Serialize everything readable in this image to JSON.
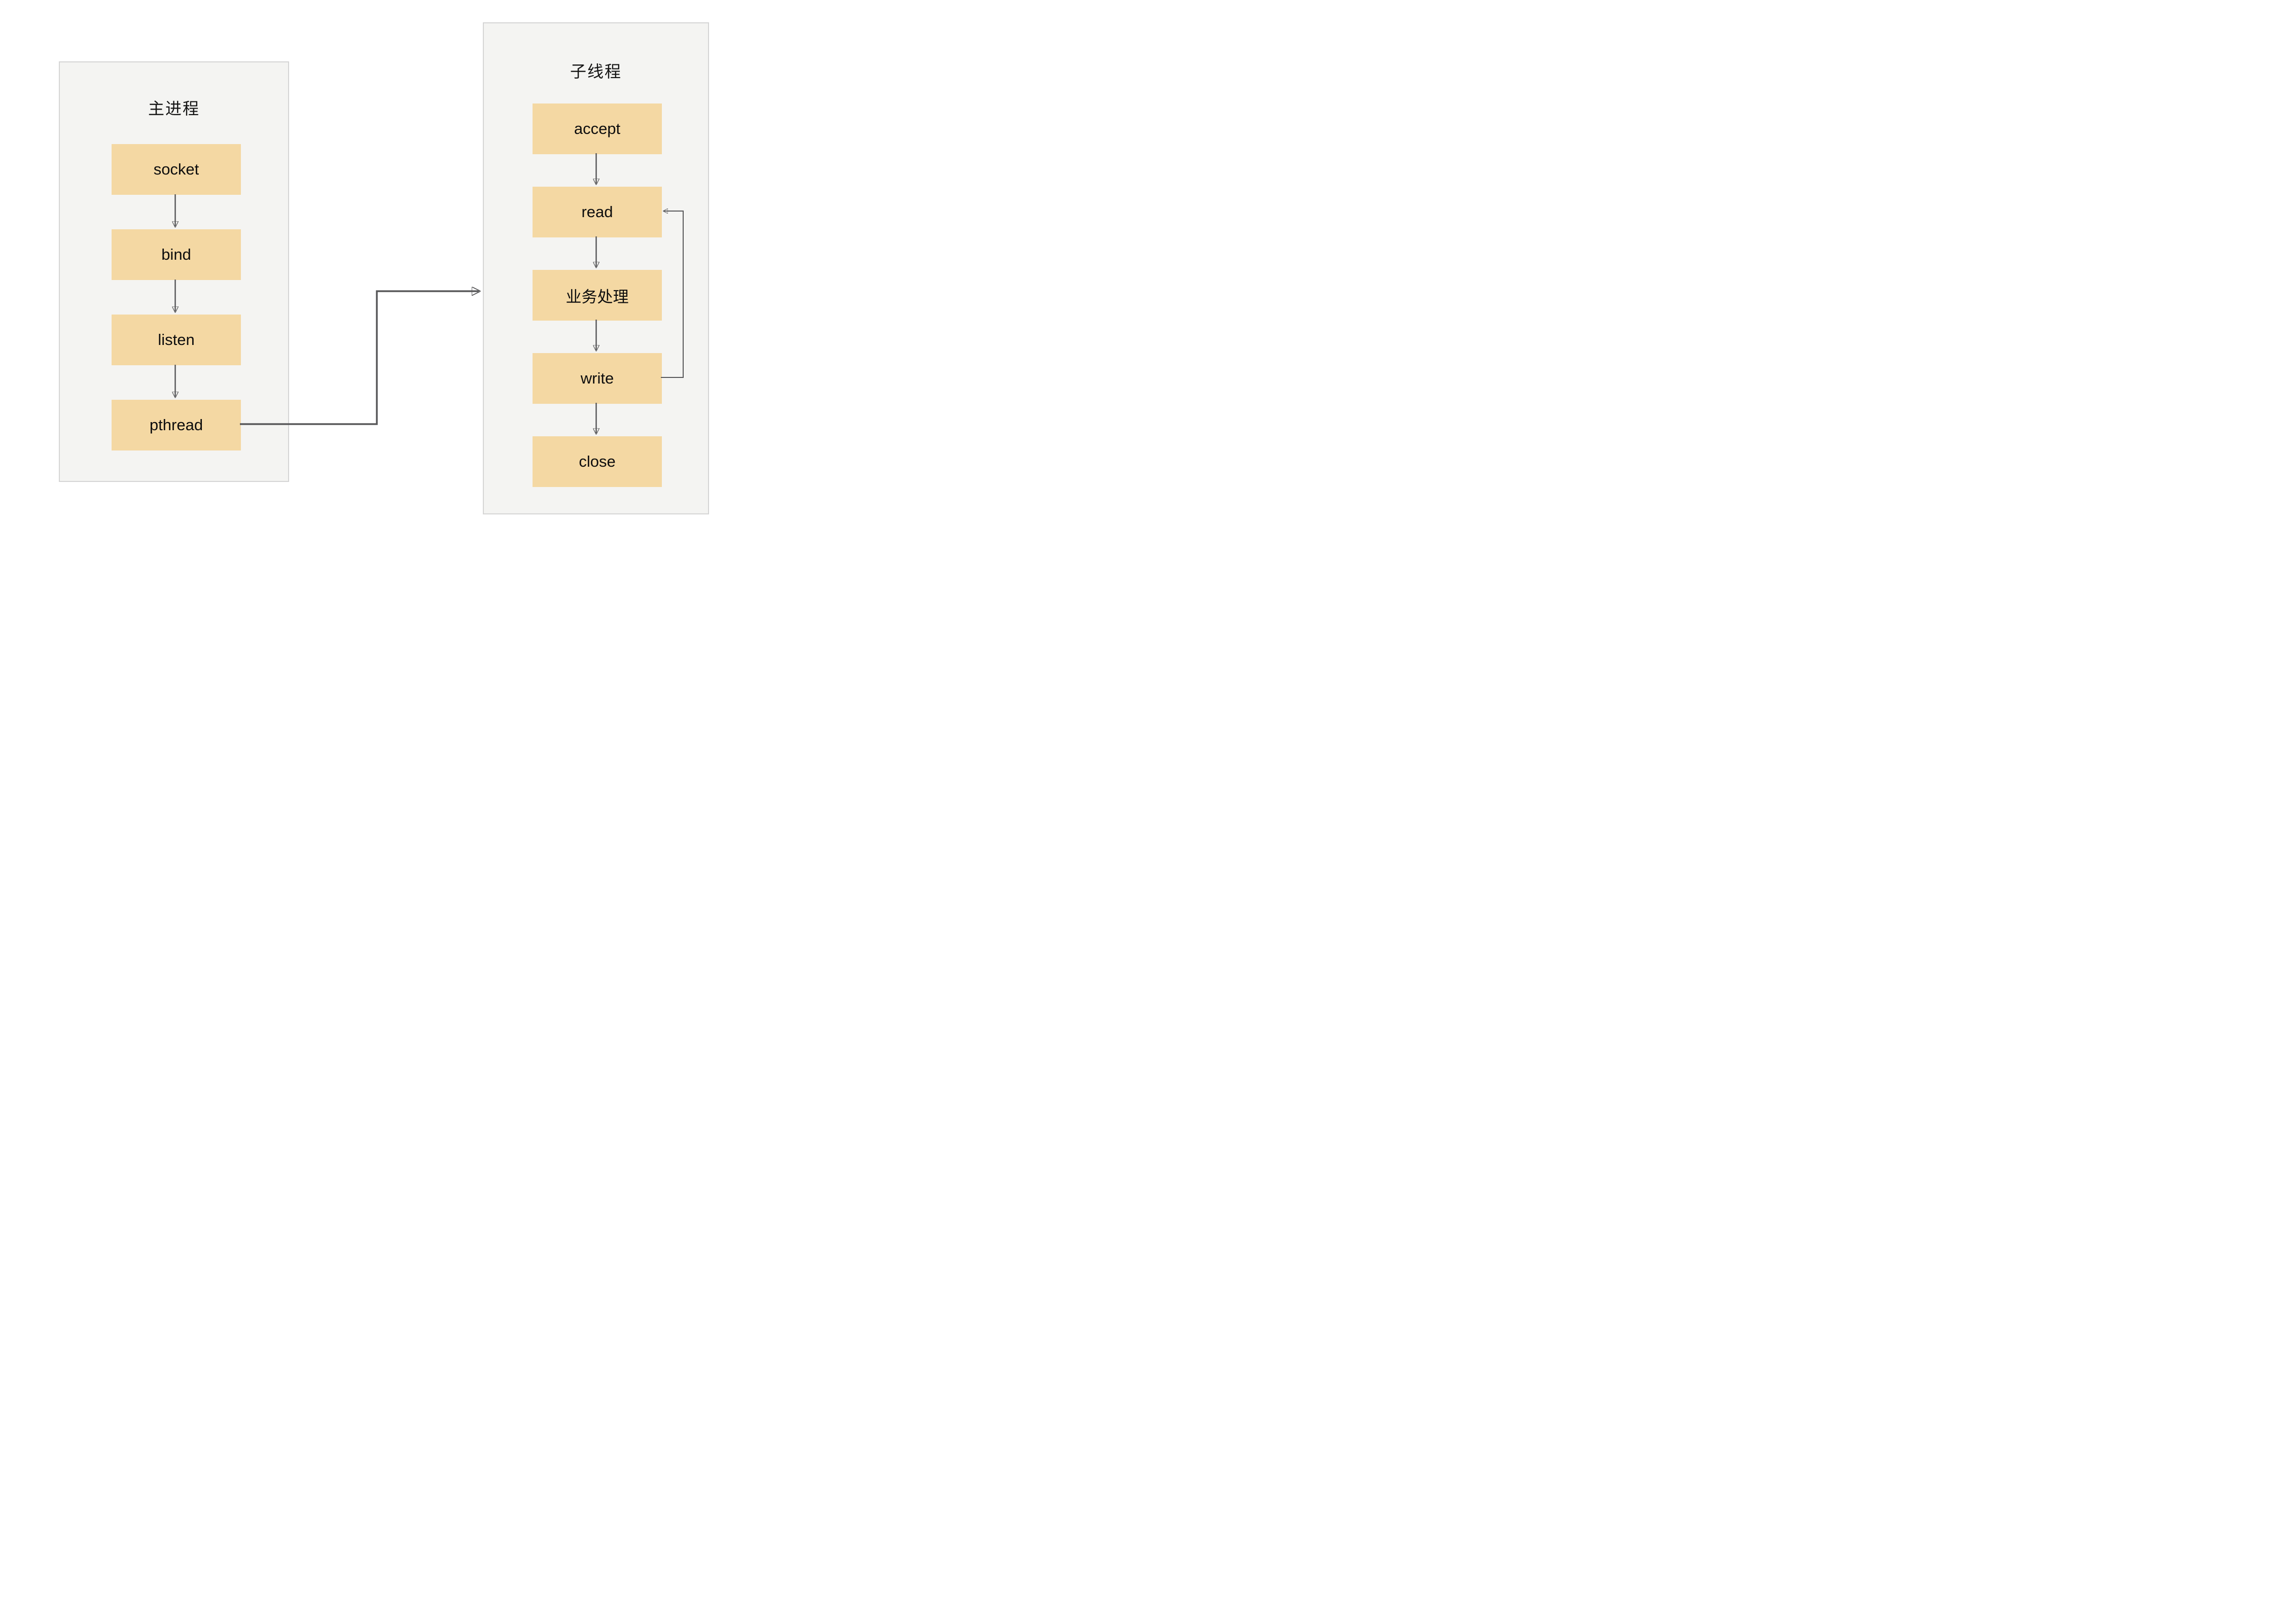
{
  "colors": {
    "canvas_bg": "#ffffff",
    "panel_fill": "#f4f4f2",
    "panel_border": "#d5d5d5",
    "node_fill": "#f4d8a3",
    "arrow": "#58585a",
    "text": "#141414"
  },
  "panels": {
    "main": {
      "title": "主进程",
      "nodes": [
        {
          "label": "socket"
        },
        {
          "label": "bind"
        },
        {
          "label": "listen"
        },
        {
          "label": "pthread"
        }
      ]
    },
    "child": {
      "title": "子线程",
      "nodes": [
        {
          "label": "accept"
        },
        {
          "label": "read"
        },
        {
          "label": "业务处理"
        },
        {
          "label": "write"
        },
        {
          "label": "close"
        }
      ]
    }
  }
}
